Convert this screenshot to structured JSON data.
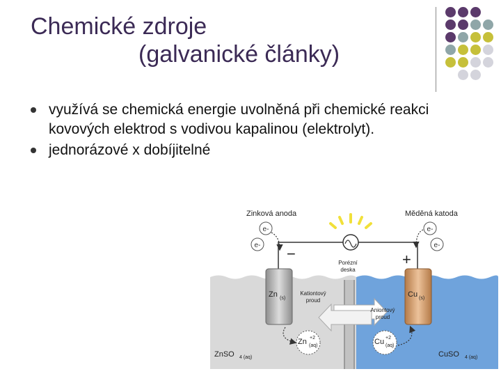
{
  "slide": {
    "title_line1": "Chemické zdroje",
    "title_line2": "(galvanické články)",
    "bullets": [
      "využívá se chemická energie uvolněná při chemické reakci kovových elektrod s vodivou kapalinou (elektrolyt).",
      "jednorázové x dobíjitelné"
    ]
  },
  "diagram": {
    "anode_label": "Zinková anoda",
    "cathode_label": "Měděná katoda",
    "electron_label": "e-",
    "minus_sign": "−",
    "plus_sign": "+",
    "porous_plate_line1": "Porézní",
    "porous_plate_line2": "deska",
    "zn_electrode": "Zn",
    "zn_electrode_sub": "(s)",
    "cu_electrode": "Cu",
    "cu_electrode_sub": "(s)",
    "cation_flow_line1": "Kationtový",
    "cation_flow_line2": "proud",
    "anion_flow_line1": "Aniontový",
    "anion_flow_line2": "proud",
    "zn_ion": "Zn",
    "zn_ion_sup": "+2",
    "zn_ion_sub": "(aq)",
    "cu_ion": "Cu",
    "cu_ion_sup": "+2",
    "cu_ion_sub": "(aq)",
    "left_solution": "ZnSO",
    "left_solution_sub": "4 (aq)",
    "right_solution": "CuSO",
    "right_solution_sub": "4 (aq)"
  },
  "colors": {
    "title": "#3b2a55",
    "dot_purple": "#5b3a6b",
    "dot_teal": "#8fa6a8",
    "dot_olive": "#c6c03a",
    "dot_lightgray": "#d4d4dc",
    "left_solution": "#d9d9d9",
    "right_solution": "#6fa3dc",
    "zinc_electrode": "#b8b8b8",
    "copper_electrode": "#d9a677"
  }
}
